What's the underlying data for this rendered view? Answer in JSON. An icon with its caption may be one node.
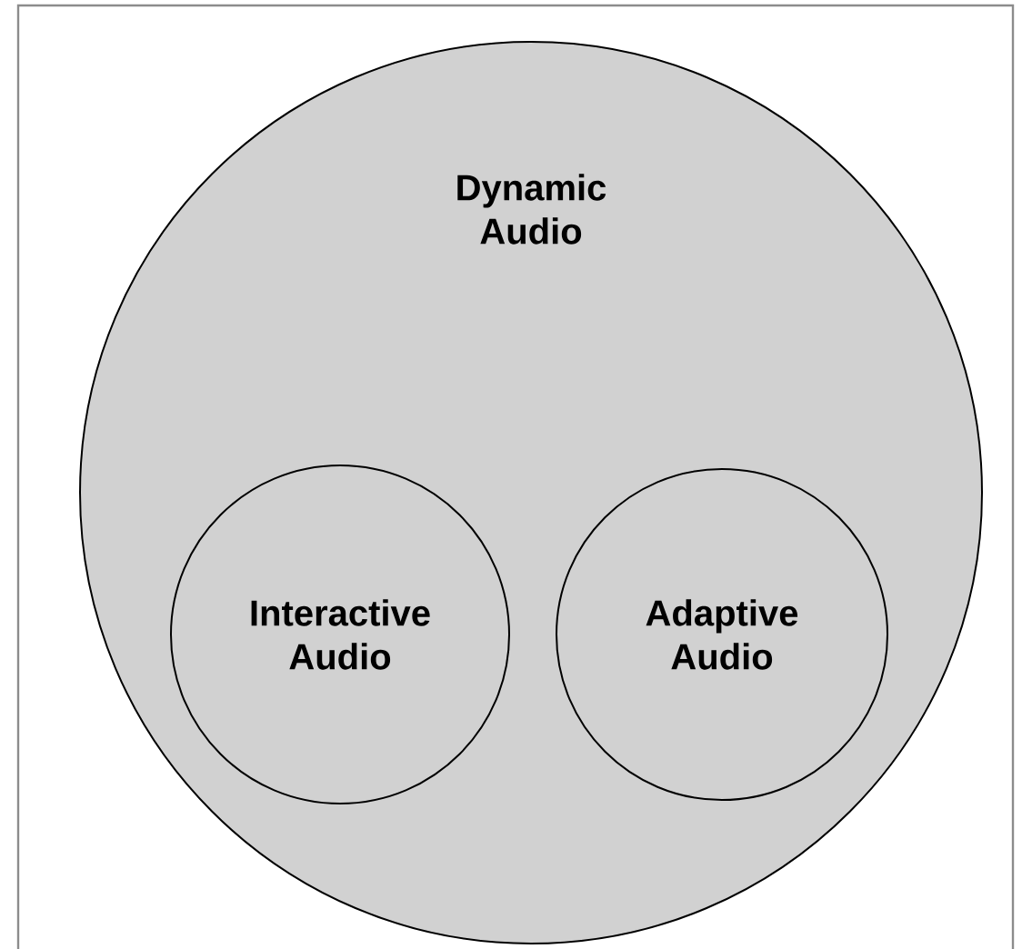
{
  "diagram": {
    "nodes": [
      {
        "text": [
          "Dynamic Audio"
        ]
      },
      {
        "text": [
          "Interactive Audio"
        ],
        "in": 0
      },
      {
        "text": [
          "Adaptive Audio"
        ],
        "in": 0
      }
    ]
  }
}
